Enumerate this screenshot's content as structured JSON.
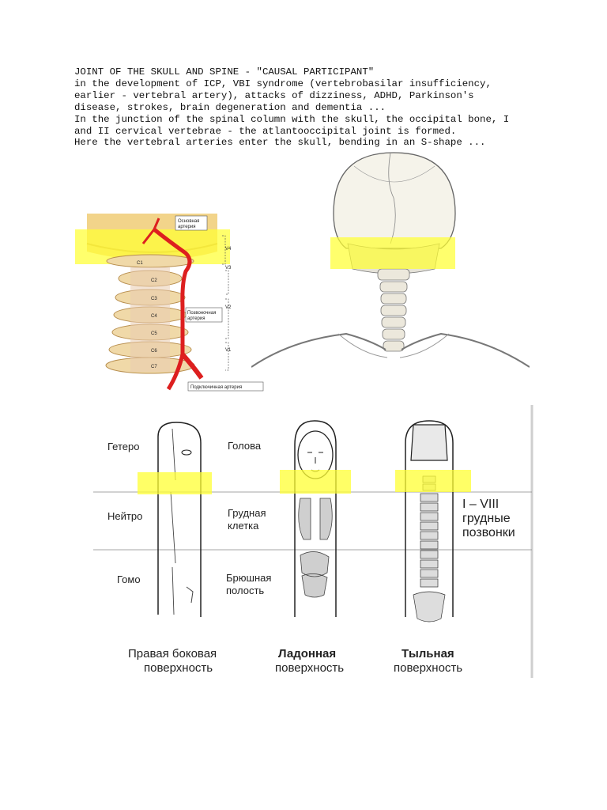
{
  "text": {
    "heading": "JOINT OF THE SKULL AND SPINE - \"CAUSAL PARTICIPANT\"",
    "lines": [
      "in the development of ICP, VBI syndrome (vertebrobasilar insufficiency,",
      "earlier - vertebral artery), attacks of dizziness, ADHD, Parkinson's",
      "disease, strokes, brain degeneration and dementia ...",
      "In the junction of the spinal column with the skull, the occipital bone, I",
      "and II cervical vertebrae - the atlantooccipital joint is formed.",
      "Here the vertebral arteries enter the skull, bending in an S-shape ..."
    ]
  },
  "figure1": {
    "label_basilar": [
      "Основная",
      "артерия"
    ],
    "label_vertebral": [
      "Позвоночная",
      "артерия"
    ],
    "label_subclavian": "Подключичная артерия",
    "vertebrae": [
      "C1",
      "C2",
      "C3",
      "C4",
      "C5",
      "C6",
      "C7"
    ],
    "segments": [
      "V4",
      "V3",
      "V2",
      "V1"
    ]
  },
  "figure3": {
    "left_labels": [
      "Гетеро",
      "Нейтро",
      "Гомо"
    ],
    "mid_labels": [
      [
        "Голова"
      ],
      [
        "Грудная",
        "клетка"
      ],
      [
        "Брюшная",
        "полость"
      ]
    ],
    "right_label": [
      "I – VIII",
      "грудные",
      "позвонки"
    ],
    "captions": [
      [
        "Правая боковая",
        "поверхность"
      ],
      [
        "Ладонная",
        "поверхность"
      ],
      [
        "Тыльная",
        "поверхность"
      ]
    ]
  },
  "colors": {
    "highlight": "#ffff33",
    "artery": "#dd1f1f",
    "bone": "#f0d9a8"
  }
}
